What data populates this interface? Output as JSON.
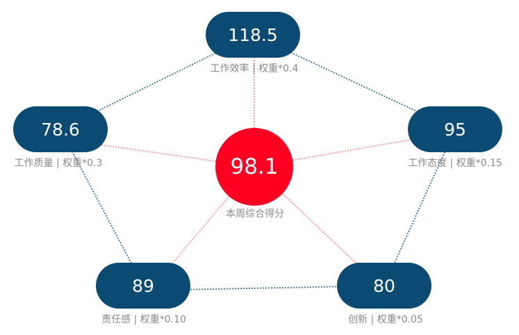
{
  "center": {
    "value": "98.1",
    "label": "本周综合得分",
    "color": "#ff0022"
  },
  "nodes": [
    {
      "id": "efficiency",
      "value": "118.5",
      "label": "工作效率 | 权重*0.4"
    },
    {
      "id": "quality",
      "value": "78.6",
      "label": "工作质量 | 权重*0.3"
    },
    {
      "id": "attitude",
      "value": "95",
      "label": "工作态度 | 权重*0.15"
    },
    {
      "id": "responsibility",
      "value": "89",
      "label": "责任感 | 权重*0.10"
    },
    {
      "id": "innovation",
      "value": "80",
      "label": "创新 | 权重*0.05"
    }
  ],
  "colors": {
    "node": "#0b4a73",
    "outer_line": "#4a7a9a",
    "inner_line": "#ff9aaa"
  }
}
